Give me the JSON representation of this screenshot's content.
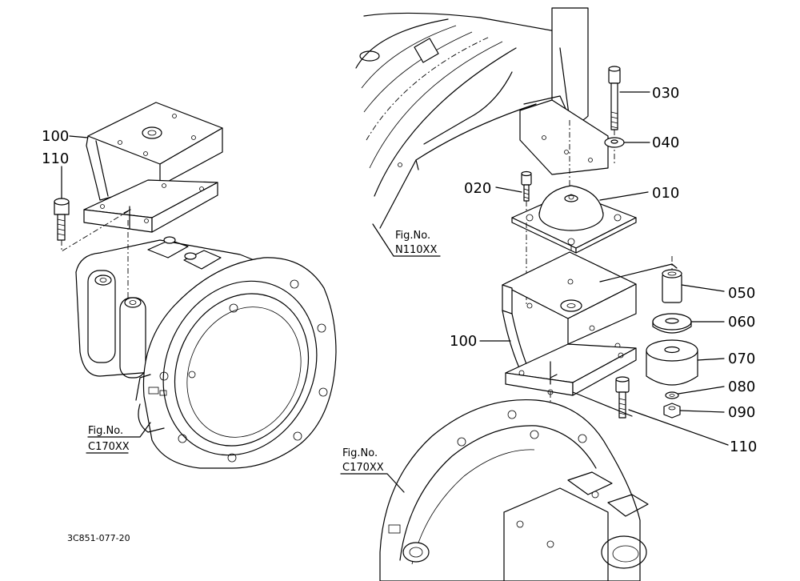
{
  "drawing_code": "3C851-077-20",
  "figure_refs": {
    "left_c170": {
      "line1": "Fig.No.",
      "line2": "C170XX"
    },
    "right_n110": {
      "line1": "Fig.No.",
      "line2": "N110XX"
    },
    "right_c170": {
      "line1": "Fig.No.",
      "line2": "C170XX"
    }
  },
  "left_view": {
    "callouts": [
      "100",
      "110"
    ]
  },
  "right_view": {
    "callouts": [
      "010",
      "020",
      "030",
      "040",
      "050",
      "060",
      "070",
      "080",
      "090",
      "100",
      "110"
    ]
  }
}
